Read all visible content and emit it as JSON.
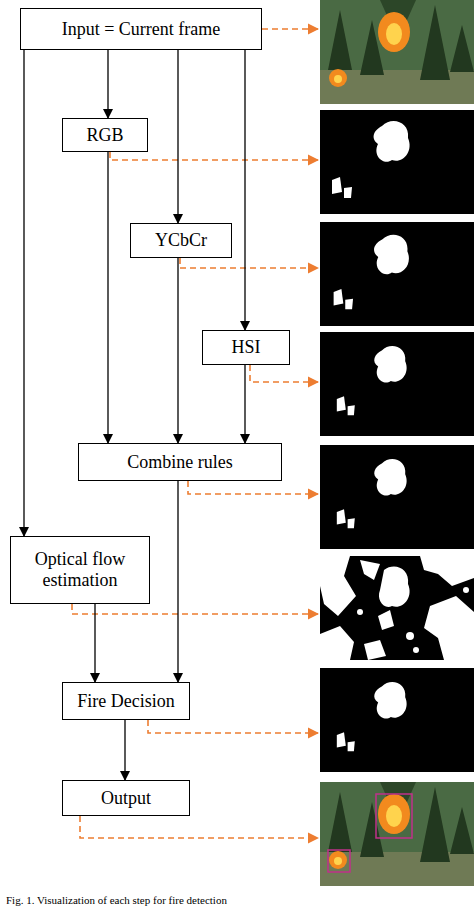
{
  "diagram": {
    "caption": "Fig. 1. Visualization of each step for fire detection",
    "nodes": [
      {
        "text": [
          "Input = Current frame"
        ]
      },
      {
        "text": [
          "RGB"
        ]
      },
      {
        "text": [
          "YCbCr"
        ]
      },
      {
        "text": [
          "HSI"
        ]
      },
      {
        "text": [
          "Combine rules"
        ]
      },
      {
        "text": [
          "Optical flow estimation"
        ]
      },
      {
        "text": [
          "Fire Decision"
        ]
      },
      {
        "text": [
          "Output"
        ]
      }
    ],
    "edges": [
      {
        "from": 0,
        "to": 1,
        "arrow": "to"
      },
      {
        "from": 0,
        "to": 2,
        "arrow": "to"
      },
      {
        "from": 0,
        "to": 3,
        "arrow": "to"
      },
      {
        "from": 0,
        "to": 5,
        "arrow": "to"
      },
      {
        "from": 1,
        "to": 4,
        "arrow": "to"
      },
      {
        "from": 2,
        "to": 4,
        "arrow": "to"
      },
      {
        "from": 3,
        "to": 4,
        "arrow": "to"
      },
      {
        "from": 5,
        "to": 6,
        "arrow": "to"
      },
      {
        "from": 4,
        "to": 6,
        "arrow": "to"
      },
      {
        "from": 6,
        "to": 7,
        "arrow": "to"
      }
    ]
  }
}
